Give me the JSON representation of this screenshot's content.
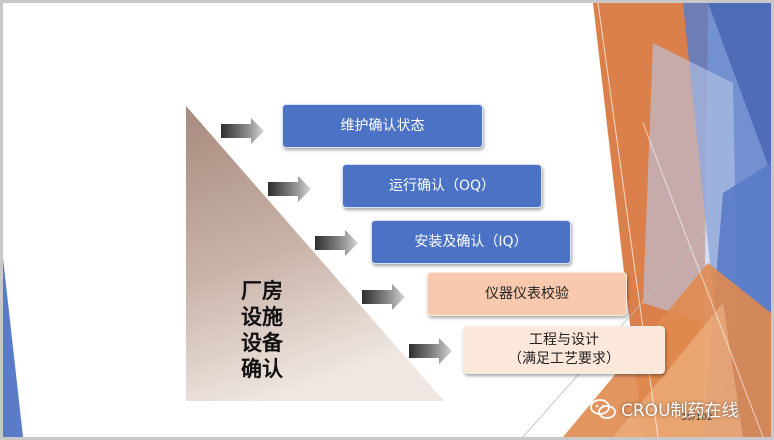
{
  "triangle_label": [
    "厂房",
    "设施",
    "设备",
    "确认"
  ],
  "boxes": [
    {
      "label": "维护确认状态"
    },
    {
      "label": "运行确认（OQ）"
    },
    {
      "label": "安装及确认（IQ）"
    },
    {
      "label": "仪器仪表校验"
    },
    {
      "label": "工程与设计",
      "label2": "（满足工艺要求）"
    }
  ],
  "page_number": "35/102",
  "watermark": "CROU制药在线",
  "colors": {
    "box_blue": "#4b72c4",
    "box_peach": "#f9c9ad",
    "box_cream": "#fce7db",
    "triangle_top": "#a88a7e",
    "deco_orange": "#d9753c",
    "deco_blue": "#5a7cc8"
  }
}
